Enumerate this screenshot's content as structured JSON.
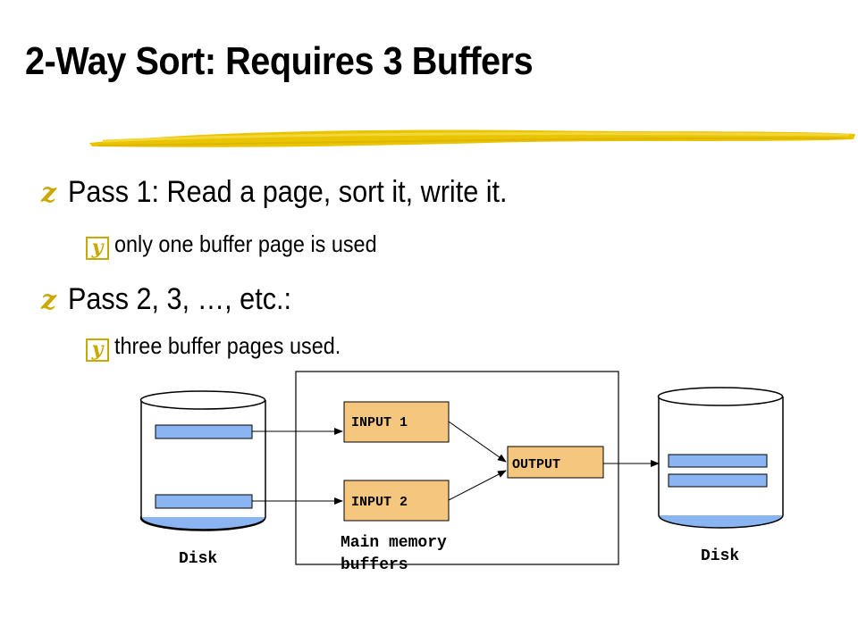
{
  "slide": {
    "title": "2-Way Sort: Requires 3 Buffers",
    "bullets": [
      {
        "marker": "z",
        "text": "Pass 1: Read a page, sort it, write it."
      },
      {
        "marker": "y",
        "text": "only one buffer page is used"
      },
      {
        "marker": "z",
        "text": "Pass 2, 3, …, etc.:"
      },
      {
        "marker": "y",
        "text": " three buffer pages used."
      }
    ]
  },
  "diagram": {
    "input1_label": "INPUT 1",
    "input2_label": "INPUT 2",
    "output_label": "OUTPUT",
    "memory_label": "Main memory buffers",
    "left_disk_label": "Disk",
    "right_disk_label": "Disk"
  },
  "colors": {
    "buffer_fill": "#F5C77E",
    "disk_fill": "#8AB4F2",
    "accent_marker": "#C9A800",
    "underline": "#E9C400"
  }
}
